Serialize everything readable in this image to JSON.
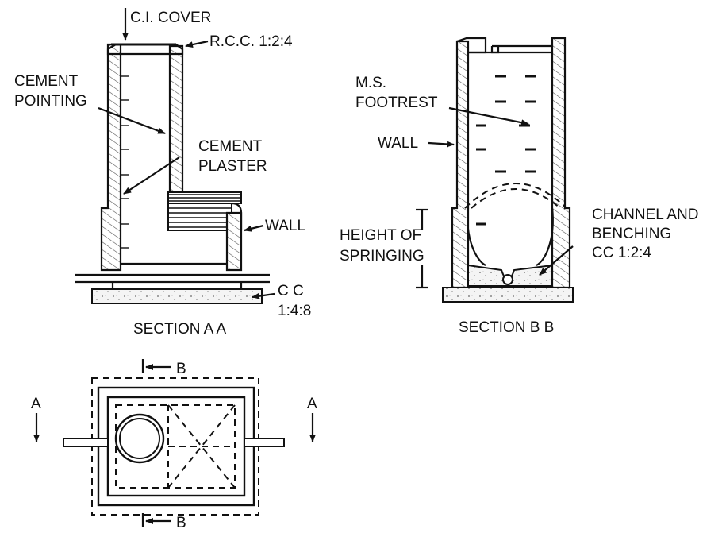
{
  "section_aa": {
    "caption": "SECTION A A",
    "labels": {
      "ci_cover": "C.I. COVER",
      "rcc": "R.C.C. 1:2:4",
      "cement_pointing_1": "CEMENT",
      "cement_pointing_2": "POINTING",
      "cement_plaster_1": "CEMENT",
      "cement_plaster_2": "PLASTER",
      "wall": "WALL",
      "cc_1": "C C",
      "cc_2": "1:4:8"
    }
  },
  "section_bb": {
    "caption": "SECTION B B",
    "labels": {
      "ms_1": "M.S.",
      "ms_2": "FOOTREST",
      "wall": "WALL",
      "height_1": "HEIGHT  OF",
      "height_2": "SPRINGING",
      "channel_1": "CHANNEL AND",
      "channel_2": "BENCHING",
      "channel_3": "CC 1:2:4"
    }
  },
  "plan": {
    "section_marks": {
      "a_left": "A",
      "a_right": "A",
      "b_top": "B",
      "b_bottom": "B"
    }
  }
}
